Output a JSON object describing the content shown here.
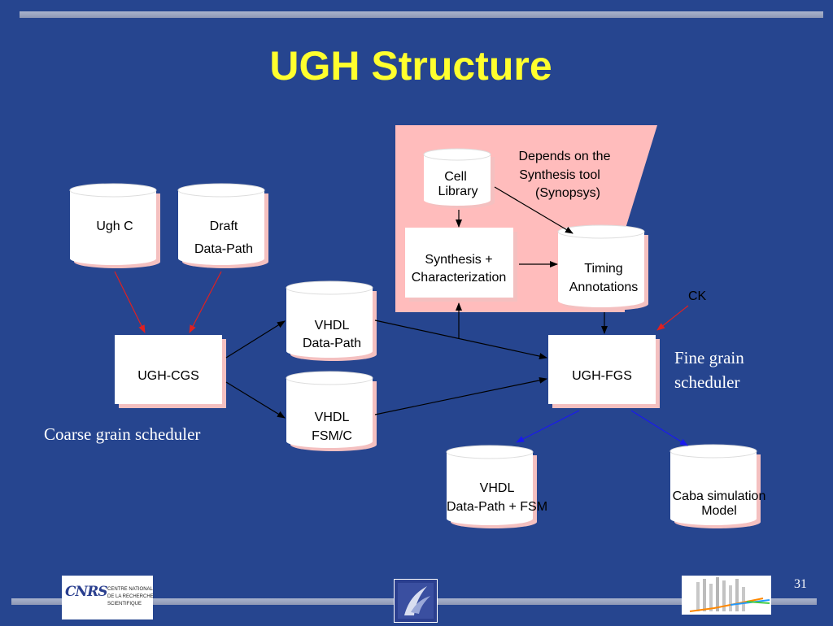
{
  "slide": {
    "title": "UGH Structure",
    "page_number": "31"
  },
  "colors": {
    "background": "#26458f",
    "title": "#ffff2e",
    "synthesis_region": "#ffbcbc",
    "box_shadow": "#f4c0c0",
    "red_arrow": "#e02020",
    "blue_arrow": "#1a1aee"
  },
  "nodes": {
    "ugh_c": "Ugh C",
    "draft_line1": "Draft",
    "draft_line2": "Data-Path",
    "cell_line1": "Cell",
    "cell_line2": "Library",
    "synth_line1": "Synthesis +",
    "synth_line2": "Characterization",
    "timing_line1": "Timing",
    "timing_line2": "Annotations",
    "vhdl_dp_line1": "VHDL",
    "vhdl_dp_line2": "Data-Path",
    "vhdl_fsm_line1": "VHDL",
    "vhdl_fsm_line2": "FSM/C",
    "ugh_cgs": "UGH-CGS",
    "ugh_fgs": "UGH-FGS",
    "vhdl_out_line1": "VHDL",
    "vhdl_out_line2": "Data-Path + FSM",
    "caba_line1": "Caba simulation",
    "caba_line2": "Model"
  },
  "annotations": {
    "depends_line1": "Depends on the",
    "depends_line2": "Synthesis tool",
    "depends_line3": "(Synopsys)",
    "ck": "CK",
    "fine_line1": "Fine grain",
    "fine_line2": "scheduler",
    "coarse": "Coarse grain scheduler"
  },
  "logos": {
    "cnrs_mark": "CNRS",
    "cnrs_line1": "CENTRE NATIONAL",
    "cnrs_line2": "DE LA RECHERCHE",
    "cnrs_line3": "SCIENTIFIQUE"
  }
}
